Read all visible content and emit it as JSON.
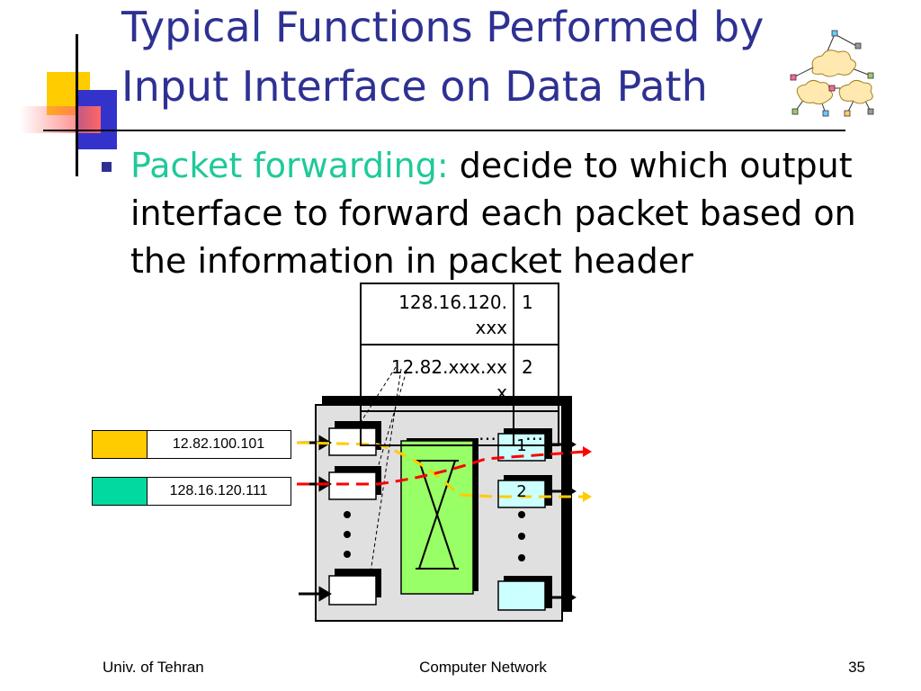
{
  "slide": {
    "title_line1": "Typical Functions Performed by",
    "title_line2": "Input Interface on Data Path",
    "bullet_highlight": "Packet forwarding:",
    "bullet_text": " decide to which output interface to forward each packet based on the information in packet header",
    "colors": {
      "title": "#2e3192",
      "highlight": "#1fc99a",
      "bullet": "#2e3192"
    }
  },
  "forwarding_table": {
    "rows": [
      {
        "prefix_line1": "128.16.120.",
        "prefix_line2": "xxx",
        "port": "1"
      },
      {
        "prefix_line1": "12.82.xxx.xx",
        "prefix_line2": "x",
        "port": "2"
      },
      {
        "prefix": "…",
        "port": "…"
      }
    ]
  },
  "packets": [
    {
      "address": "12.82.100.101",
      "color": "#ffcc00"
    },
    {
      "address": "128.16.120.111",
      "color": "#00d9a0"
    }
  ],
  "router": {
    "output_ports": [
      "1",
      "2"
    ],
    "colors": {
      "switch_fabric": "#99ff66",
      "output_port": "#ccffff",
      "chassis": "#e0e0e0"
    }
  },
  "footer": {
    "left": "Univ. of Tehran",
    "center": "Computer Network",
    "page": "35"
  }
}
